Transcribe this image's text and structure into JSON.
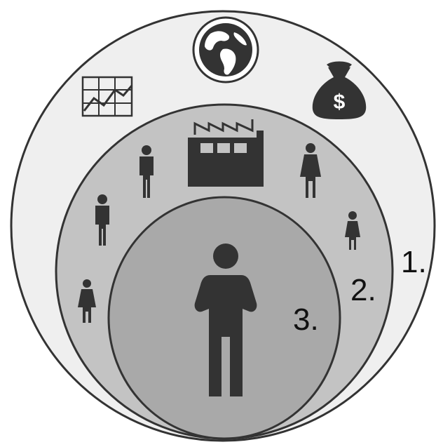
{
  "labels": {
    "outer": "1.",
    "middle": "2.",
    "inner": "3."
  },
  "icons": {
    "top": "globe-icon",
    "left": "line-chart-icon",
    "right": "money-bag-icon",
    "center": "factory-icon",
    "core": "person-icon"
  },
  "colors": {
    "outer_fill": "#efefef",
    "middle_fill": "#c3c3c3",
    "inner_fill": "#a9a9a9",
    "icon": "#333333",
    "stroke": "#333333"
  }
}
